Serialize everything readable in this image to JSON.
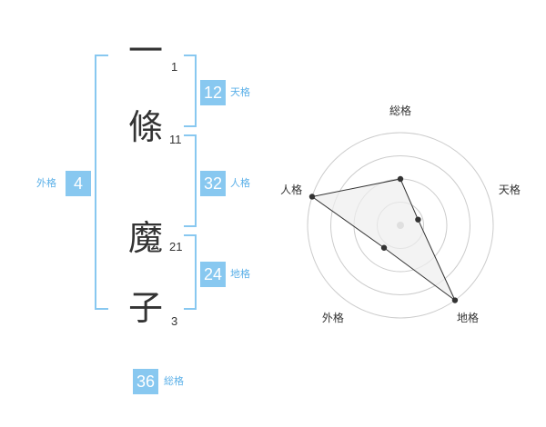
{
  "name_chars": [
    {
      "char": "一",
      "strokes": "1"
    },
    {
      "char": "條",
      "strokes": "11"
    },
    {
      "char": "魔",
      "strokes": "21"
    },
    {
      "char": "子",
      "strokes": "3"
    }
  ],
  "fortunes": {
    "tenkaku": {
      "value": "12",
      "label": "天格"
    },
    "jinkaku": {
      "value": "32",
      "label": "人格"
    },
    "chikaku": {
      "value": "24",
      "label": "地格"
    },
    "gaikaku": {
      "value": "4",
      "label": "外格"
    },
    "soukaku": {
      "value": "36",
      "label": "総格"
    }
  },
  "chart_data": {
    "type": "radar",
    "axes": [
      "総格",
      "天格",
      "地格",
      "外格",
      "人格"
    ],
    "values": [
      0.5,
      0.2,
      1.0,
      0.3,
      1.0
    ],
    "rings": 4,
    "colors": {
      "fill": "#eeeeee",
      "line": "#333333",
      "grid": "#cccccc",
      "center": "#bbbbbb"
    }
  }
}
